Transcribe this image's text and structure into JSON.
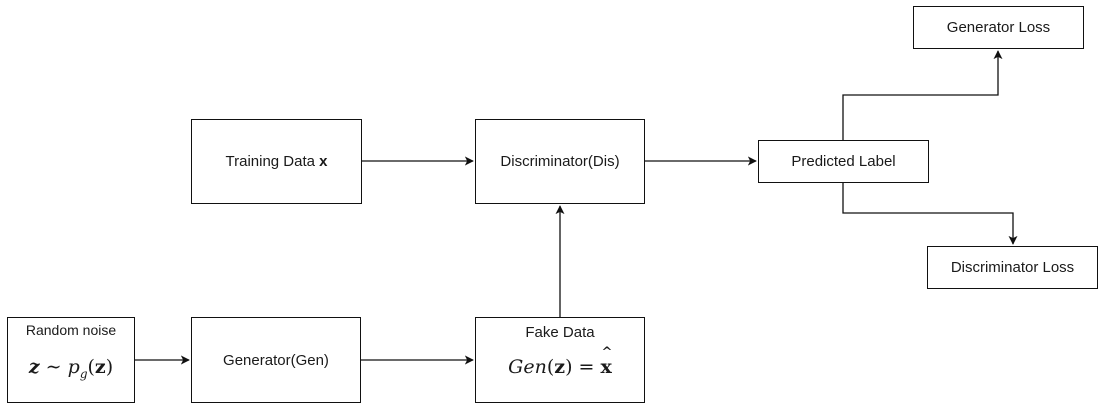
{
  "nodes": {
    "training": {
      "label": "Training Data ",
      "symbol": "x"
    },
    "discriminator": {
      "label": "Discriminator(Dis)"
    },
    "predicted": {
      "label": "Predicted Label"
    },
    "gen_loss": {
      "label": "Generator Loss"
    },
    "dis_loss": {
      "label": "Discriminator Loss"
    },
    "noise": {
      "label": "Random noise",
      "expr": {
        "var": "z",
        "op": " ∼ ",
        "dist": "p",
        "sub": "g",
        "arg": "z"
      }
    },
    "generator": {
      "label": "Generator(Gen)"
    },
    "fake": {
      "label": "Fake Data",
      "expr": {
        "fn": "Gen",
        "arg": "z",
        "eq": " = ",
        "out": "x"
      }
    }
  },
  "edges": [
    {
      "from": "training",
      "to": "discriminator"
    },
    {
      "from": "discriminator",
      "to": "predicted"
    },
    {
      "from": "predicted",
      "to": "gen_loss"
    },
    {
      "from": "predicted",
      "to": "dis_loss"
    },
    {
      "from": "noise",
      "to": "generator"
    },
    {
      "from": "generator",
      "to": "fake"
    },
    {
      "from": "fake",
      "to": "discriminator"
    }
  ],
  "colors": {
    "stroke": "#111111",
    "text": "#1a1a1a",
    "background": "#ffffff"
  }
}
